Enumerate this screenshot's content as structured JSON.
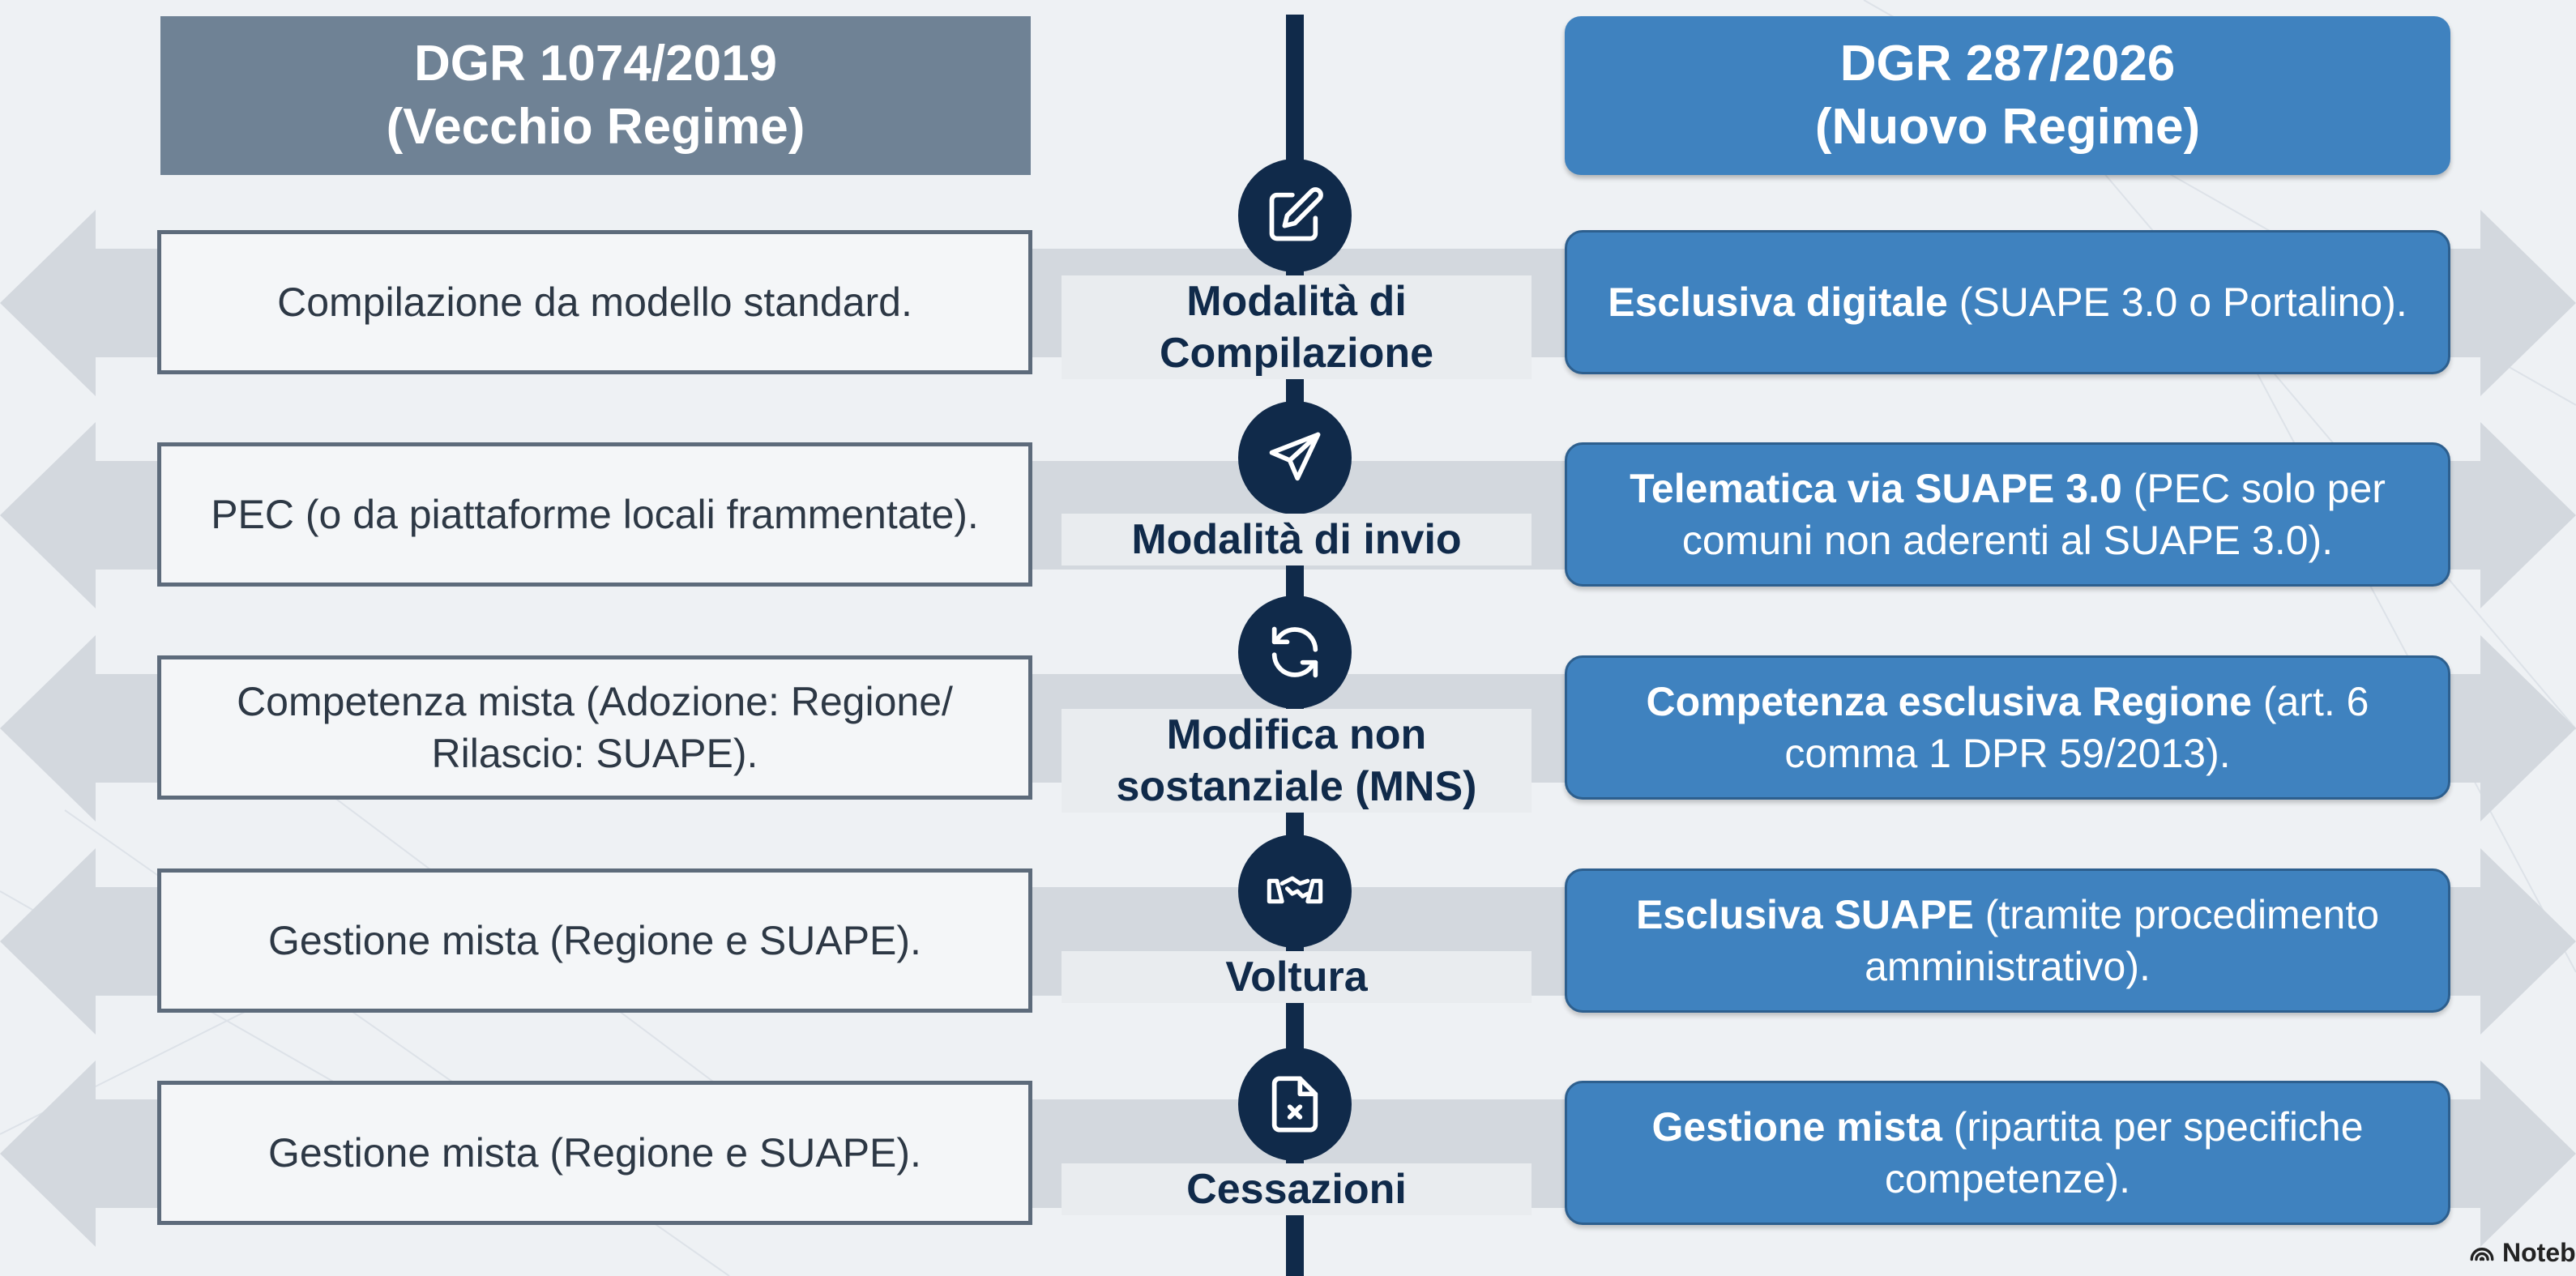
{
  "headers": {
    "old_title": "DGR 1074/2019",
    "old_subtitle": "(Vecchio Regime)",
    "new_title": "DGR 287/2026",
    "new_subtitle": "(Nuovo Regime)"
  },
  "rows": [
    {
      "center_label": "Modalità di Compilazione",
      "icon": "edit-icon",
      "old_text": "Compilazione da modello standard.",
      "new_bold": "Esclusiva digitale",
      "new_text": " (SUAPE 3.0 o Portalino)."
    },
    {
      "center_label": "Modalità di invio",
      "icon": "send-icon",
      "old_text": "PEC (o da piattaforme locali frammentate).",
      "new_bold": "Telematica via SUAPE 3.0",
      "new_text": " (PEC solo per comuni non aderenti al SUAPE 3.0)."
    },
    {
      "center_label": "Modifica non sostanziale (MNS)",
      "icon": "refresh-icon",
      "old_text": "Competenza mista (Adozione: Regione/ Rilascio: SUAPE).",
      "new_bold": "Competenza esclusiva Regione",
      "new_text": " (art. 6 comma 1 DPR 59/2013)."
    },
    {
      "center_label": "Voltura",
      "icon": "handshake-icon",
      "old_text": "Gestione mista (Regione e SUAPE).",
      "new_bold": "Esclusiva SUAPE",
      "new_text": " (tramite procedimento amministrativo)."
    },
    {
      "center_label": "Cessazioni",
      "icon": "file-x-icon",
      "old_text": "Gestione mista (Regione e SUAPE).",
      "new_bold": "Gestione mista",
      "new_text": " (ripartita per specifiche competenze)."
    }
  ],
  "brand": "Noteb",
  "colors": {
    "header_old": "#6f8295",
    "header_new": "#3f82bf",
    "spine": "#102a4a",
    "band": "#d3d8de"
  }
}
